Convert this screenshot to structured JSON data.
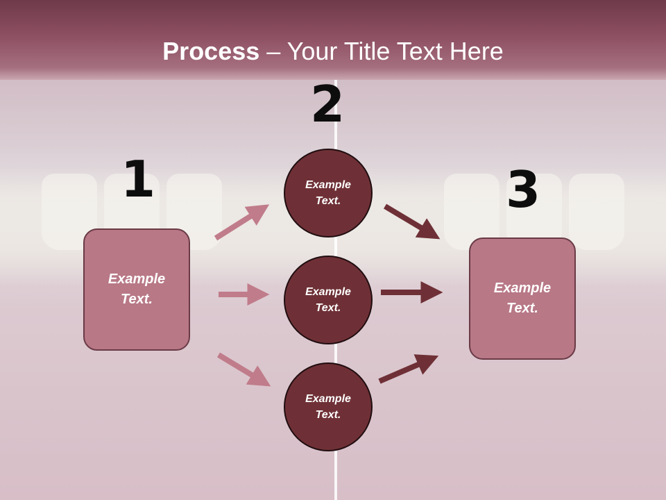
{
  "title": {
    "bold": "Process",
    "rest": " – Your Title Text Here"
  },
  "steps": [
    {
      "number": "1",
      "box": "Example Text."
    },
    {
      "number": "2",
      "circles": [
        "Example Text.",
        "Example Text.",
        "Example Text."
      ]
    },
    {
      "number": "3",
      "box": "Example Text."
    }
  ],
  "colors": {
    "light_arrow": "#c07c8a",
    "dark_arrow": "#6e3036",
    "box_fill": "#b87886",
    "circle_fill": "#6e3036"
  }
}
